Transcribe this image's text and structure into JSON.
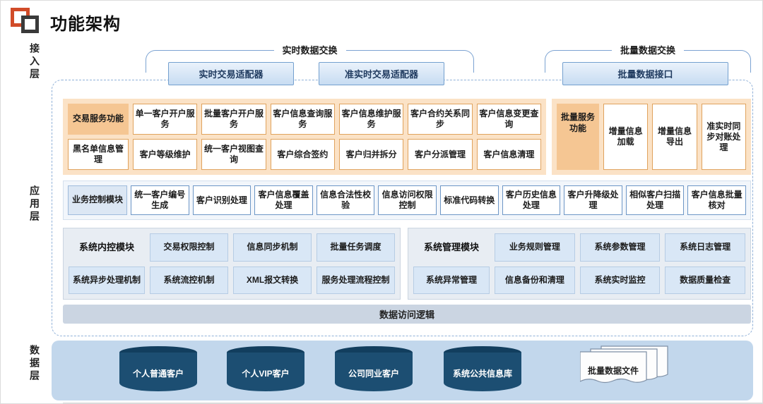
{
  "header": {
    "title": "功能架构"
  },
  "layers": {
    "access": "接入层",
    "application": "应用层",
    "data": "数据层"
  },
  "access": {
    "realtime_label": "实时数据交换",
    "batch_label": "批量数据交换",
    "adapters": [
      "实时交易适配器",
      "准实时交易适配器",
      "批量数据接口"
    ]
  },
  "app": {
    "tx": {
      "label": "交易服务功能",
      "row1": [
        "单一客户开户服务",
        "批量客户开户服务",
        "客户信息查询服务",
        "客户信息维护服务",
        "客户合约关系同步",
        "客户信息变更查询"
      ],
      "row2": [
        "黑名单信息管理",
        "客户等级维护",
        "统一客户视图查询",
        "客户综合签约",
        "客户归并拆分",
        "客户分派管理",
        "客户信息清理"
      ]
    },
    "batch": {
      "label": "批量服务功能",
      "items": [
        "增量信息加载",
        "增量信息导出",
        "准实时同步对账处理"
      ]
    },
    "biz": {
      "label": "业务控制模块",
      "items": [
        "统一客户编号生成",
        "客户识别处理",
        "客户信息覆盖处理",
        "信息合法性校验",
        "信息访问权限控制",
        "标准代码转换",
        "客户历史信息处理",
        "客户升降级处理",
        "相似客户扫描处理",
        "客户信息批量核对"
      ]
    },
    "sysint": {
      "label": "系统内控模块",
      "row1": [
        "交易权限控制",
        "信息同步机制",
        "批量任务调度"
      ],
      "row2": [
        "系统异步处理机制",
        "系统流控机制",
        "XML报文转换",
        "服务处理流程控制"
      ]
    },
    "sysmgmt": {
      "label": "系统管理模块",
      "row1": [
        "业务规则管理",
        "系统参数管理",
        "系统日志管理"
      ],
      "row2": [
        "系统异常管理",
        "信息备份和清理",
        "系统实时监控",
        "数据质量检查"
      ]
    },
    "data_access": "数据访问逻辑"
  },
  "datalayer": {
    "databases": [
      "个人普通客户",
      "个人VIP客户",
      "公司同业客户",
      "系统公共信息库"
    ],
    "file_label": "批量数据文件"
  },
  "colors": {
    "orange_fill": "#FBE2C6",
    "orange_label": "#F5C693",
    "orange_border": "#E0A35E",
    "blue_box_fill": "#D9E7F6",
    "blue_border": "#6D96C6",
    "panel_fill": "#E8EDF3",
    "bar_fill": "#CBD5E2",
    "data_panel_fill": "#C2D7EC",
    "db_navy": "#1C4E72",
    "dashed_border": "#8FB0D8",
    "logo_orange": "#D14B28",
    "logo_dark": "#3A3A3A"
  }
}
